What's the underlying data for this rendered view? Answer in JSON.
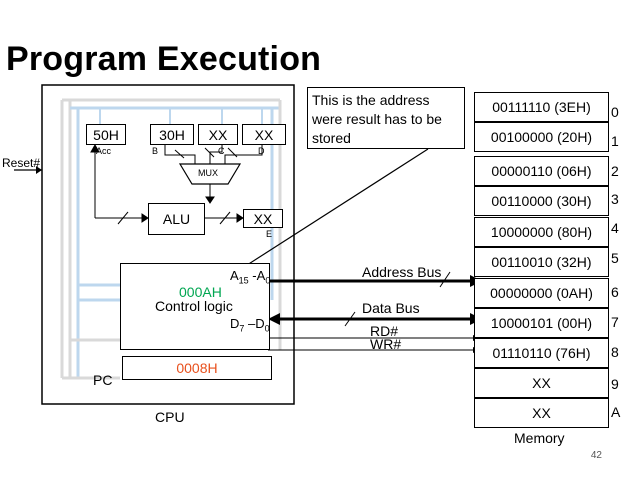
{
  "title": "Program Execution",
  "callout": "This is the address were result has to be stored",
  "cpu": {
    "label": "CPU",
    "reset_label": "Reset#",
    "acc": {
      "value": "50H",
      "label": "Acc"
    },
    "b": {
      "value": "30H",
      "label": "B"
    },
    "c": {
      "value": "XX",
      "label": "C"
    },
    "d": {
      "value": "XX",
      "label": "D"
    },
    "mux_label": "MUX",
    "alu_label": "ALU",
    "e": {
      "value": "XX",
      "label": "E"
    },
    "control_logic": {
      "value": "000AH",
      "label": "Control logic",
      "addr_pins": {
        "main": "A",
        "sub_hi": "15",
        "mid": " -A",
        "sub_lo": "0"
      },
      "data_pins": {
        "main": "D",
        "sub_hi": "7",
        "mid": " –D",
        "sub_lo": "0"
      }
    },
    "pc": {
      "value": "0008H",
      "label": "PC"
    }
  },
  "buses": {
    "address": "Address Bus",
    "data": "Data Bus",
    "rd": "RD#",
    "wr": "WR#"
  },
  "memory": {
    "label": "Memory",
    "cells": [
      {
        "value": "00111110 (3EH)",
        "index": "0"
      },
      {
        "value": "00100000 (20H)",
        "index": "1"
      },
      {
        "value": "00000110 (06H)",
        "index": "2"
      },
      {
        "value": "00110000 (30H)",
        "index": "3"
      },
      {
        "value": "10000000 (80H)",
        "index": "4"
      },
      {
        "value": "00110010 (32H)",
        "index": "5"
      },
      {
        "value": "00000000 (0AH)",
        "index": "6"
      },
      {
        "value": "10000101 (00H)",
        "index": "7"
      },
      {
        "value": "01110110 (76H)",
        "index": "8"
      },
      {
        "value": "XX",
        "index": "9"
      },
      {
        "value": "XX",
        "index": "A"
      }
    ]
  },
  "page_number": "42",
  "colors": {
    "control_value": "#00a651",
    "pc_value": "#e8501c",
    "bus_light": "#bdd7ee",
    "bus_grey": "#d9d9d9"
  }
}
